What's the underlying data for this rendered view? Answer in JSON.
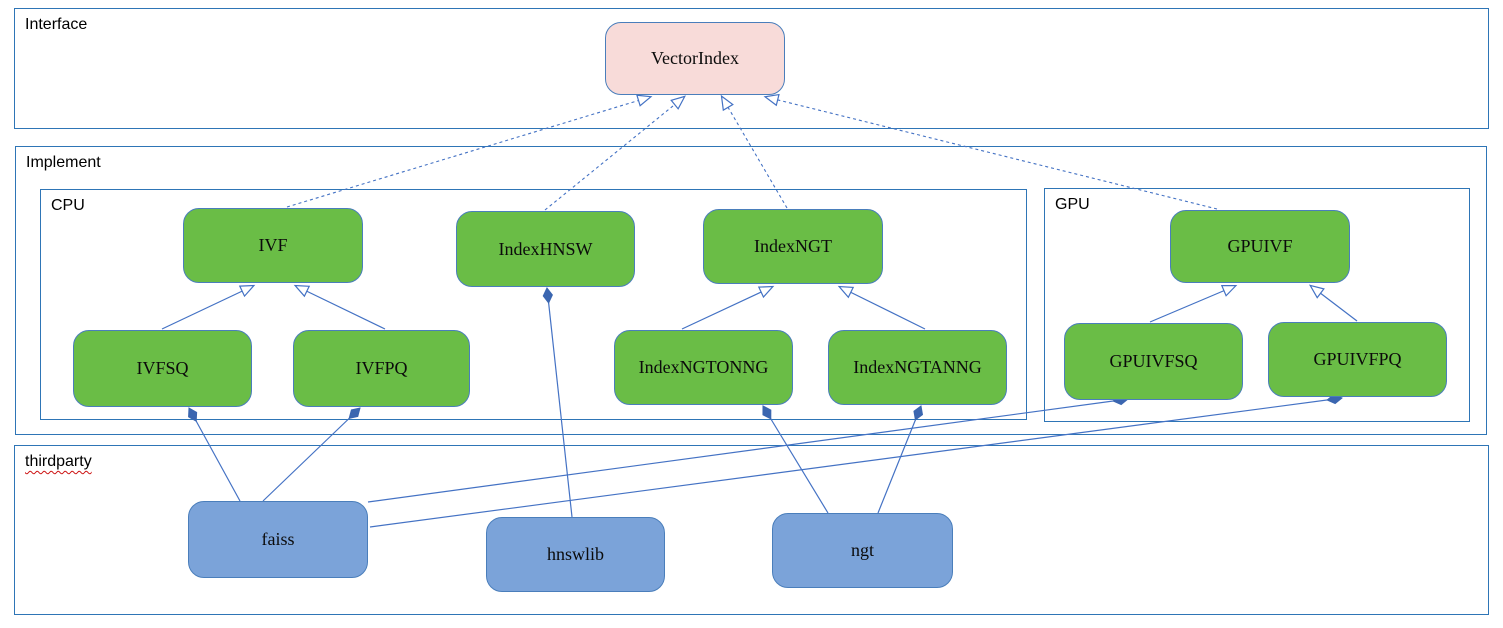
{
  "diagram": {
    "containers": {
      "interface": {
        "label": "Interface"
      },
      "implement": {
        "label": "Implement"
      },
      "cpu": {
        "label": "CPU"
      },
      "gpu": {
        "label": "GPU"
      },
      "thirdparty": {
        "label": "thirdparty",
        "spellcheck_underline": true
      }
    },
    "nodes": {
      "vectorindex": {
        "label": "VectorIndex",
        "kind": "interface",
        "container": "interface"
      },
      "ivf": {
        "label": "IVF",
        "kind": "class",
        "container": "cpu"
      },
      "indexhnsw": {
        "label": "IndexHNSW",
        "kind": "class",
        "container": "cpu"
      },
      "indexngt": {
        "label": "IndexNGT",
        "kind": "class",
        "container": "cpu"
      },
      "gpuivf": {
        "label": "GPUIVF",
        "kind": "class",
        "container": "gpu"
      },
      "ivfsq": {
        "label": "IVFSQ",
        "kind": "class",
        "container": "cpu"
      },
      "ivfpq": {
        "label": "IVFPQ",
        "kind": "class",
        "container": "cpu"
      },
      "indexngtonng": {
        "label": "IndexNGTONNG",
        "kind": "class",
        "container": "cpu"
      },
      "indexngtanng": {
        "label": "IndexNGTANNG",
        "kind": "class",
        "container": "cpu"
      },
      "gpuivfsq": {
        "label": "GPUIVFSQ",
        "kind": "class",
        "container": "gpu"
      },
      "gpuivfpq": {
        "label": "GPUIVFPQ",
        "kind": "class",
        "container": "gpu"
      },
      "faiss": {
        "label": "faiss",
        "kind": "library",
        "container": "thirdparty"
      },
      "hnswlib": {
        "label": "hnswlib",
        "kind": "library",
        "container": "thirdparty"
      },
      "ngt": {
        "label": "ngt",
        "kind": "library",
        "container": "thirdparty"
      }
    },
    "edges": [
      {
        "from": "IVF",
        "to": "VectorIndex",
        "type": "realization"
      },
      {
        "from": "IndexHNSW",
        "to": "VectorIndex",
        "type": "realization"
      },
      {
        "from": "IndexNGT",
        "to": "VectorIndex",
        "type": "realization"
      },
      {
        "from": "GPUIVF",
        "to": "VectorIndex",
        "type": "realization"
      },
      {
        "from": "IVFSQ",
        "to": "IVF",
        "type": "inheritance"
      },
      {
        "from": "IVFPQ",
        "to": "IVF",
        "type": "inheritance"
      },
      {
        "from": "IndexNGTONNG",
        "to": "IndexNGT",
        "type": "inheritance"
      },
      {
        "from": "IndexNGTANNG",
        "to": "IndexNGT",
        "type": "inheritance"
      },
      {
        "from": "GPUIVFSQ",
        "to": "GPUIVF",
        "type": "inheritance"
      },
      {
        "from": "GPUIVFPQ",
        "to": "GPUIVF",
        "type": "inheritance"
      },
      {
        "from": "IVFSQ",
        "to": "faiss",
        "type": "composition"
      },
      {
        "from": "IVFPQ",
        "to": "faiss",
        "type": "composition"
      },
      {
        "from": "GPUIVFSQ",
        "to": "faiss",
        "type": "composition"
      },
      {
        "from": "GPUIVFPQ",
        "to": "faiss",
        "type": "composition"
      },
      {
        "from": "IndexHNSW",
        "to": "hnswlib",
        "type": "composition"
      },
      {
        "from": "IndexNGTONNG",
        "to": "ngt",
        "type": "composition"
      },
      {
        "from": "IndexNGTANNG",
        "to": "ngt",
        "type": "composition"
      }
    ],
    "colors": {
      "background": "#ffffff",
      "container_border": "#2e75b6",
      "node_border": "#4a7ebb",
      "interface_fill": "#f8dbd9",
      "class_fill": "#6abd46",
      "library_fill": "#7ba3d9",
      "connector": "#4472c4",
      "composition_diamond": "#3b66b0",
      "spellcheck_underline": "#cc1111"
    }
  }
}
